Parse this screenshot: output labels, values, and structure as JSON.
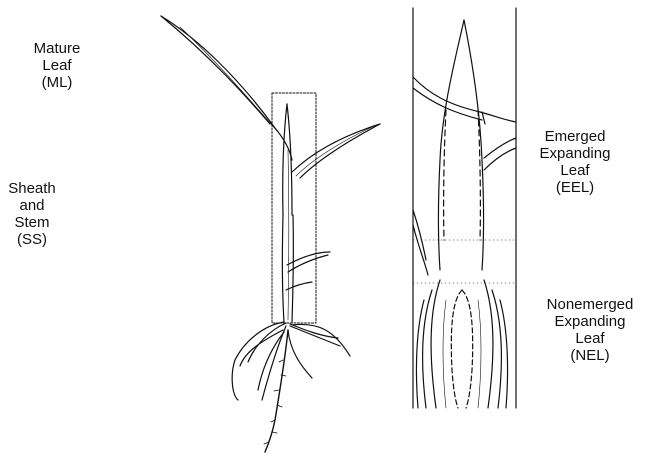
{
  "labels": {
    "mature_leaf": "Mature\nLeaf\n(ML)",
    "sheath_stem": "Sheath\nand\nStem\n(SS)",
    "emerged_expanding_leaf": "Emerged\nExpanding\nLeaf\n(EEL)",
    "nonemerged_expanding_leaf": "Nonemerged\nExpanding\nLeaf\n(NEL)"
  }
}
